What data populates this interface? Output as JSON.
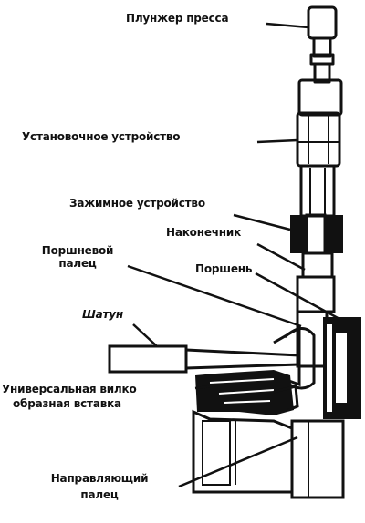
{
  "diagram": {
    "labels": {
      "press_plunger": "Плунжер пресса",
      "setting_device": "Установочное устройство",
      "clamping_device": "Зажимное устройство",
      "tip": "Наконечник",
      "piston_ring": "Поршневой палец",
      "piston": "Поршень",
      "rod": "Шатун",
      "universal_fork_line1": "Универсальная вилко",
      "universal_fork_line2": "образная вставка",
      "guide_line1": "Направляющий",
      "guide_line2": "палец"
    },
    "colors": {
      "ink": "#111111",
      "background": "#ffffff"
    }
  }
}
